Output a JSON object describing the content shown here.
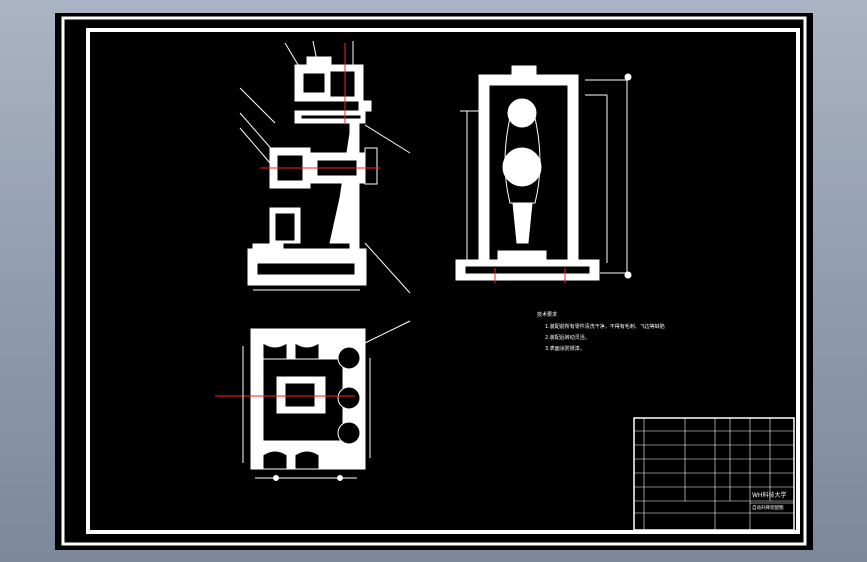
{
  "window": {
    "background_color": "#8d98ab"
  },
  "sheet": {
    "background": "#000000",
    "line_color": "#ffffff",
    "centerline_color": "#ff2020"
  },
  "tech_requirements": {
    "title": "技术要求",
    "lines": [
      "1.装配前所有零件清洗干净，不得有毛刺、飞边等缺陷",
      "2.装配后转动灵活。",
      "3.表面涂防锈漆。"
    ]
  },
  "title_block": {
    "school": "WH科技大学",
    "drawing_name": "自动升降装配图"
  }
}
